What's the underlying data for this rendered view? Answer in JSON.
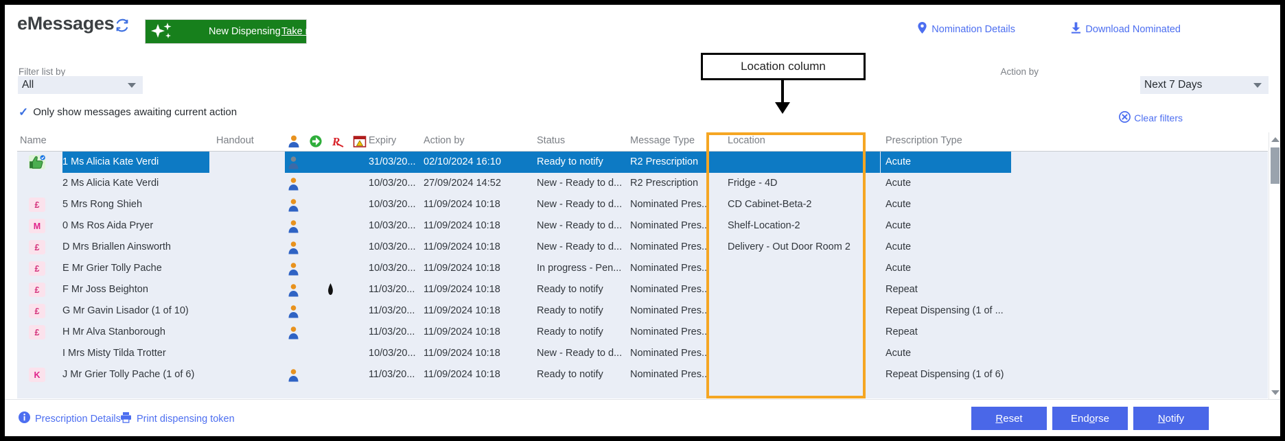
{
  "app": {
    "title": "eMessages",
    "refresh_icon": "refresh-icon"
  },
  "banner": {
    "icon": "sparkle-icon",
    "text": "New Dispensing",
    "link": "Take me there",
    "color": "#17801c"
  },
  "header_actions": [
    {
      "label": "Nomination Details",
      "icon": "map-pin-icon"
    },
    {
      "label": "Download Nominated",
      "icon": "download-icon"
    }
  ],
  "filters": {
    "filter_list_label": "Filter list by",
    "filter_list_value": "All",
    "action_by_label": "Action by",
    "action_by_value": "Next 7 Days",
    "checkbox_label": "Only show messages awaiting current action",
    "checkbox_checked": true,
    "clear_filters_label": "Clear filters",
    "clear_filters_icon": "circle-x-icon"
  },
  "callout": {
    "text": "Location column"
  },
  "table": {
    "headers": {
      "name": "Name",
      "handout": "Handout",
      "icon_person": "person-icon",
      "icon_green_bag": "green-bag-icon",
      "icon_red_r": "red-r-icon",
      "icon_calendar": "calendar-warning-icon",
      "expiry": "Expiry",
      "action_by": "Action by",
      "status": "Status",
      "message_type": "Message Type",
      "location": "Location",
      "prescription_type": "Prescription Type"
    },
    "rows": [
      {
        "badge": "",
        "badge_type": "thumb",
        "name": "1 Ms Alicia Kate Verdi",
        "person": true,
        "drop": false,
        "expiry": "31/03/20...",
        "action_by": "02/10/2024 16:10",
        "status": "Ready to notify",
        "message_type": "R2 Prescription",
        "location": "",
        "prescription_type": "Acute",
        "selected": true
      },
      {
        "badge": "",
        "badge_type": "none",
        "name": "2 Ms Alicia Kate Verdi",
        "person": true,
        "drop": false,
        "expiry": "10/03/20...",
        "action_by": "27/09/2024 14:52",
        "status": "New - Ready to d...",
        "message_type": "R2 Prescription",
        "location": "Fridge - 4D",
        "prescription_type": "Acute",
        "selected": false
      },
      {
        "badge": "£",
        "badge_type": "pound",
        "name": "5 Mrs Rong Shieh",
        "person": true,
        "drop": false,
        "expiry": "10/03/20...",
        "action_by": "11/09/2024 10:18",
        "status": "New - Ready to d...",
        "message_type": "Nominated Pres...",
        "location": "CD Cabinet-Beta-2",
        "prescription_type": "Acute",
        "selected": false
      },
      {
        "badge": "M",
        "badge_type": "m",
        "name": "0 Ms Ros Aida Pryer",
        "person": true,
        "drop": false,
        "expiry": "10/03/20...",
        "action_by": "11/09/2024 10:18",
        "status": "New - Ready to d...",
        "message_type": "Nominated Pres...",
        "location": "Shelf-Location-2",
        "prescription_type": "Acute",
        "selected": false
      },
      {
        "badge": "£",
        "badge_type": "pound",
        "name": "D Mrs Briallen Ainsworth",
        "person": true,
        "drop": false,
        "expiry": "10/03/20...",
        "action_by": "11/09/2024 10:18",
        "status": "New - Ready to d...",
        "message_type": "Nominated Pres...",
        "location": "Delivery - Out Door Room 2",
        "prescription_type": "Acute",
        "selected": false
      },
      {
        "badge": "£",
        "badge_type": "pound",
        "name": "E Mr Grier Tolly Pache",
        "person": true,
        "drop": false,
        "expiry": "10/03/20...",
        "action_by": "11/09/2024 10:18",
        "status": "In progress - Pen...",
        "message_type": "Nominated Pres...",
        "location": "",
        "prescription_type": "Acute",
        "selected": false
      },
      {
        "badge": "£",
        "badge_type": "pound",
        "name": "F Mr Joss Beighton",
        "person": true,
        "drop": true,
        "expiry": "11/03/20...",
        "action_by": "11/09/2024 10:18",
        "status": "Ready to notify",
        "message_type": "Nominated Pres...",
        "location": "",
        "prescription_type": "Repeat",
        "selected": false
      },
      {
        "badge": "£",
        "badge_type": "pound",
        "name": "G Mr Gavin Lisador (1 of 10)",
        "person": true,
        "drop": false,
        "expiry": "11/03/20...",
        "action_by": "11/09/2024 10:18",
        "status": "Ready to notify",
        "message_type": "Nominated Pres...",
        "location": "",
        "prescription_type": "Repeat Dispensing (1 of ...",
        "selected": false
      },
      {
        "badge": "£",
        "badge_type": "pound",
        "name": "H Mr Alva Stanborough",
        "person": true,
        "drop": false,
        "expiry": "11/03/20...",
        "action_by": "11/09/2024 10:18",
        "status": "Ready to notify",
        "message_type": "Nominated Pres...",
        "location": "",
        "prescription_type": "Repeat",
        "selected": false
      },
      {
        "badge": "",
        "badge_type": "none",
        "name": "I Mrs Misty Tilda Trotter",
        "person": false,
        "drop": false,
        "expiry": "10/03/20...",
        "action_by": "11/09/2024 10:18",
        "status": "New - Ready to d...",
        "message_type": "Nominated Pres...",
        "location": "",
        "prescription_type": "Acute",
        "selected": false
      },
      {
        "badge": "K",
        "badge_type": "k",
        "name": "J Mr Grier Tolly Pache (1 of 6)",
        "person": true,
        "drop": false,
        "expiry": "11/03/20...",
        "action_by": "11/09/2024 10:18",
        "status": "Ready to notify",
        "message_type": "Nominated Pres...",
        "location": "",
        "prescription_type": "Repeat Dispensing (1 of 6)",
        "selected": false
      }
    ]
  },
  "footer": {
    "prescription_details": "Prescription Details",
    "prescription_details_icon": "info-icon",
    "print_token": "Print dispensing token",
    "print_token_icon": "printer-icon",
    "buttons": [
      {
        "label": "Reset",
        "accel": "R"
      },
      {
        "label": "Endorse",
        "accel": "o"
      },
      {
        "label": "Notify",
        "accel": "N"
      }
    ]
  },
  "colors": {
    "selection_blue": "#0d7ac4",
    "accent_blue": "#4c6ef0",
    "highlight_orange": "#f5a623",
    "row_bg": "#eaeef6"
  }
}
